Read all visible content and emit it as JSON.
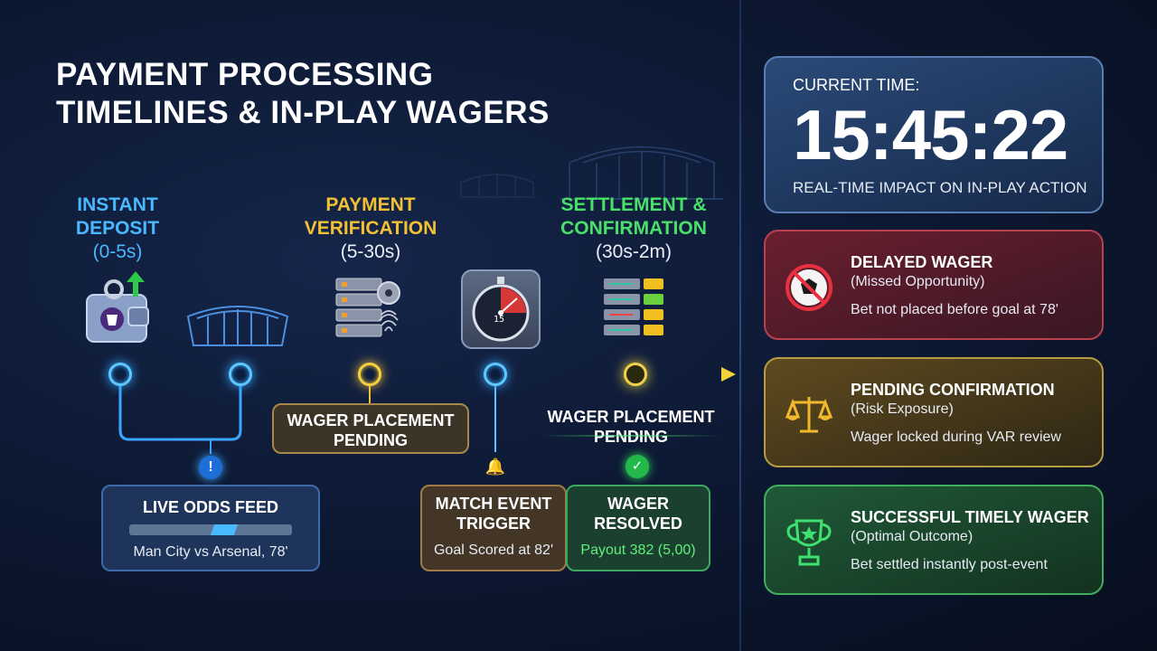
{
  "title": {
    "line1": "PAYMENT PROCESSING",
    "line2": "TIMELINES & IN-PLAY WAGERS"
  },
  "stages": [
    {
      "name_line1": "INSTANT",
      "name_line2": "DEPOSIT",
      "range": "(0-5s)",
      "color": "#48b8ff"
    },
    {
      "name_line1": "PAYMENT",
      "name_line2": "VERIFICATION",
      "range": "(5-30s)",
      "color": "#f2c133"
    },
    {
      "name_line1": "SETTLEMENT &",
      "name_line2": "CONFIRMATION",
      "range": "(30s-2m)",
      "color": "#49e06a"
    }
  ],
  "pending_box_1": {
    "line1": "WAGER PLACEMENT",
    "line2": "PENDING"
  },
  "pending_box_2": {
    "line1": "WAGER PLACEMENT",
    "line2": "PENDING"
  },
  "odds_card": {
    "title": "LIVE ODDS FEED",
    "subtitle": "Man City vs Arsenal, 78'"
  },
  "match_card": {
    "title_line1": "MATCH EVENT",
    "title_line2": "TRIGGER",
    "subtitle": "Goal Scored at 82'"
  },
  "resolved_card": {
    "title_line1": "WAGER",
    "title_line2": "RESOLVED",
    "subtitle": "Payout 382 (5,00)"
  },
  "stopwatch_text": "15",
  "clock": {
    "label": "CURRENT TIME:",
    "time": "15:45:22",
    "caption": "REAL-TIME IMPACT ON IN-PLAY ACTION"
  },
  "outcomes": [
    {
      "title": "DELAYED WAGER",
      "subtitle": "(Missed Opportunity)",
      "desc": "Bet not placed before goal at 78'",
      "color": "#e0404f",
      "icon": "no-ball-icon"
    },
    {
      "title": "PENDING CONFIRMATION",
      "subtitle": "(Risk Exposure)",
      "desc": "Wager locked during VAR review",
      "color": "#e0b23a",
      "icon": "scales-icon"
    },
    {
      "title": "SUCCESSFUL TIMELY WAGER",
      "subtitle": "(Optimal Outcome)",
      "desc": "Bet settled instantly post-event",
      "color": "#3fd068",
      "icon": "trophy-icon"
    }
  ]
}
